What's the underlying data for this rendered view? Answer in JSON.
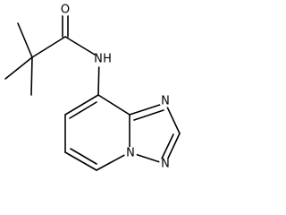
{
  "molecule": {
    "atoms": {
      "oxygen": "O",
      "amide_nitrogen": "N",
      "amide_hydrogen": "H",
      "triazole_n1": "N",
      "triazole_n3": "N",
      "bridgehead_nitrogen": "N"
    }
  }
}
